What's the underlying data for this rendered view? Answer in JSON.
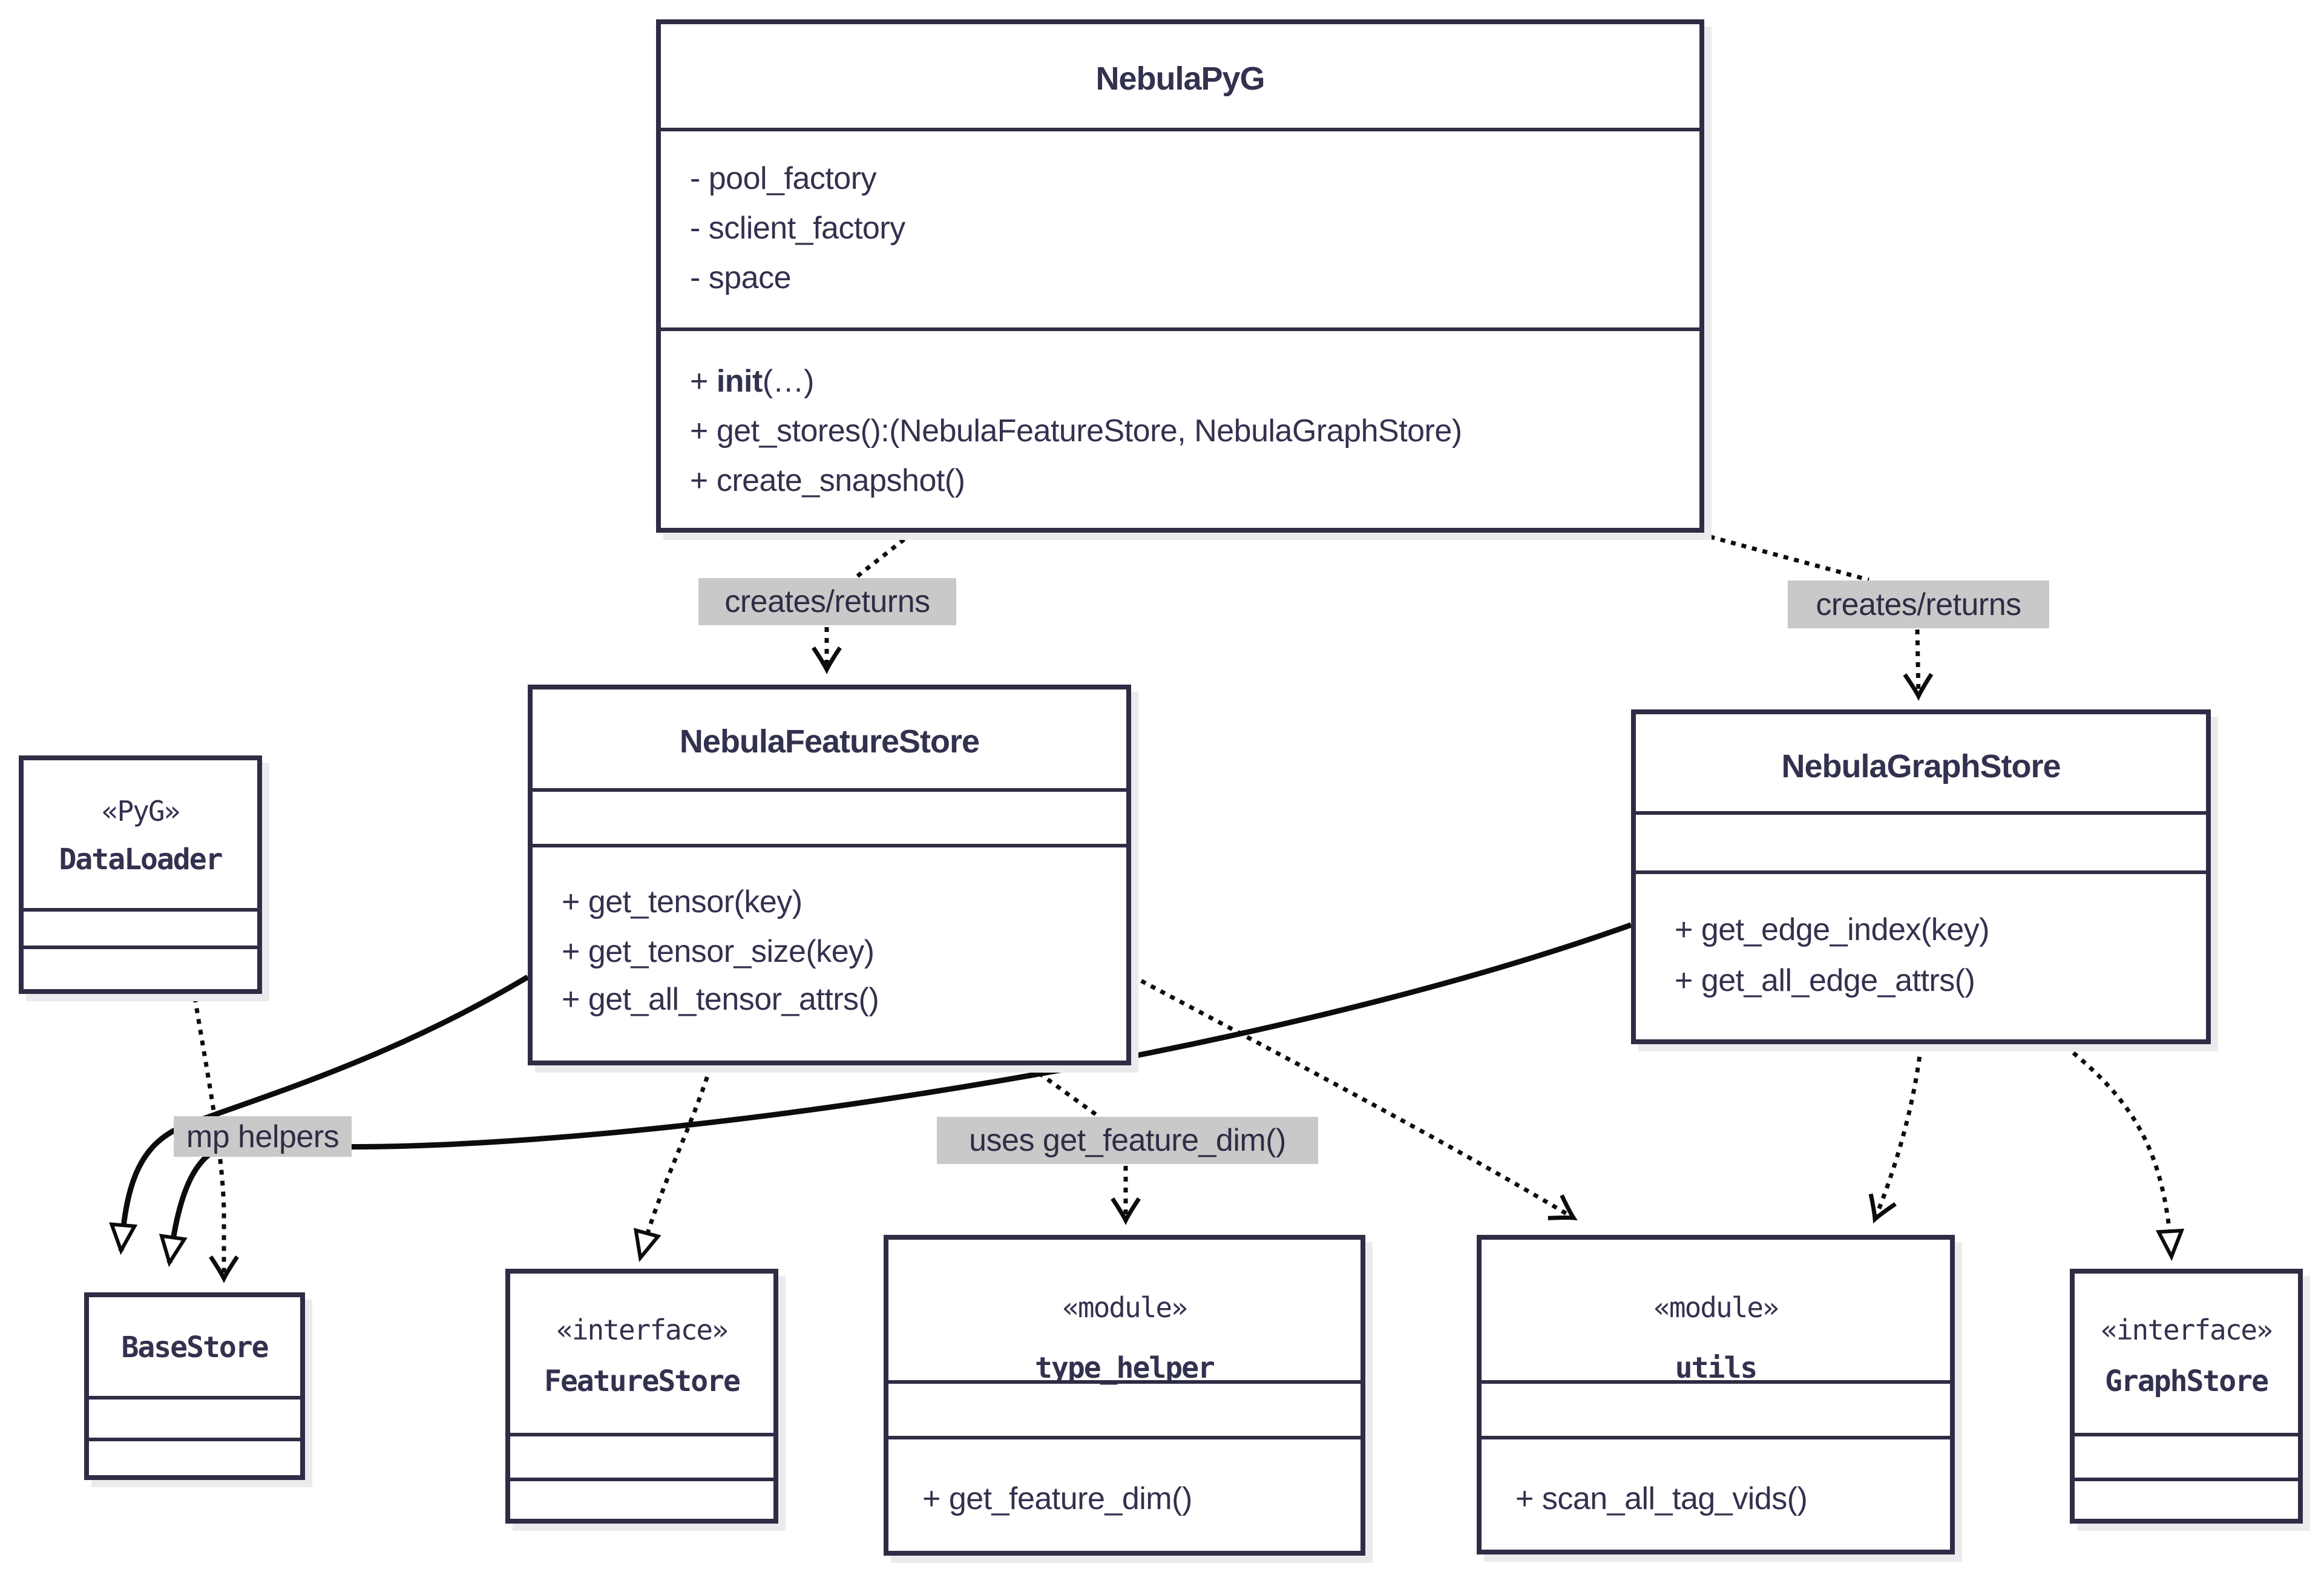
{
  "colors": {
    "ink": "#2e2d45",
    "text": "#32314e",
    "arrow": "#0c0c0c",
    "label_bg": "#c9c9c9",
    "shadow": "#ebebee",
    "background": "#ffffff"
  },
  "classes": {
    "nebulapyg": {
      "title": "NebulaPyG",
      "attr1": "- pool_factory",
      "attr2": "- sclient_factory",
      "attr3": "- space",
      "m1_pre": "+ ",
      "m1_bold": "init",
      "m1_post": "(…)",
      "m2": "+ get_stores():(NebulaFeatureStore, NebulaGraphStore)",
      "m3": "+ create_snapshot()"
    },
    "nebula_feature_store": {
      "title": "NebulaFeatureStore",
      "m1": "+ get_tensor(key)",
      "m2": "+ get_tensor_size(key)",
      "m3": "+ get_all_tensor_attrs()"
    },
    "nebula_graph_store": {
      "title": "NebulaGraphStore",
      "m1": "+ get_edge_index(key)",
      "m2": "+ get_all_edge_attrs()"
    },
    "dataloader": {
      "stereotype": "«PyG»",
      "title": "DataLoader"
    },
    "basestore": {
      "title": "BaseStore"
    },
    "featurestore": {
      "stereotype": "«interface»",
      "title": "FeatureStore"
    },
    "type_helper": {
      "stereotype": "«module»",
      "title": "type_helper",
      "m1": "+ get_feature_dim()"
    },
    "utils": {
      "stereotype": "«module»",
      "title": "utils",
      "m1": "+ scan_all_tag_vids()"
    },
    "graphstore": {
      "stereotype": "«interface»",
      "title": "GraphStore"
    }
  },
  "edge_labels": {
    "creates_returns_left": "creates/returns",
    "creates_returns_right": "creates/returns",
    "mp_helpers": "mp helpers",
    "uses_get_feature_dim": "uses get_feature_dim()"
  }
}
